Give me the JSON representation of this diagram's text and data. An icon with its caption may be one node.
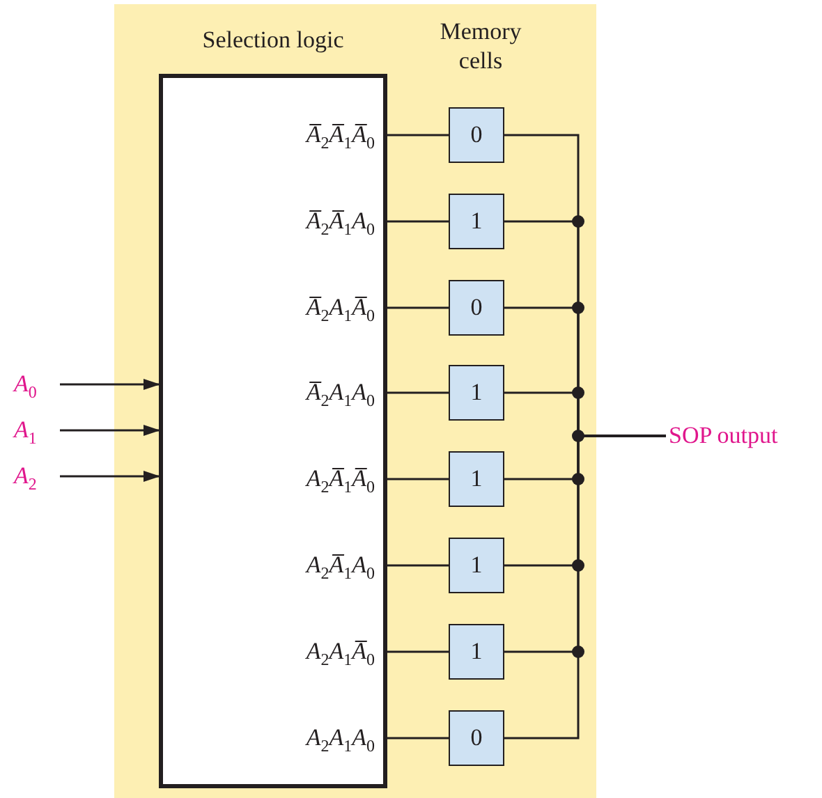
{
  "diagram": {
    "nodes": [
      {
        "text": [
          "Selection logic"
        ]
      },
      {
        "text": [
          "A̅$_{2}$A̅$_{1}$A̅$_{0}$"
        ],
        "in": 0
      },
      {
        "text": [
          "A̅$_{2}$A̅$_{1}$A$_{0}$"
        ],
        "in": 0
      },
      {
        "text": [
          "A̅$_{2}$A$_{1}$A̅$_{0}$"
        ],
        "in": 0
      },
      {
        "text": [
          "A̅$_{2}$A$_{1}$A$_{0}$"
        ],
        "in": 0
      },
      {
        "text": [
          "A$_{2}$A̅$_{1}$A̅$_{0}$"
        ],
        "in": 0
      },
      {
        "text": [
          "A$_{2}$A̅$_{1}$A$_{0}$"
        ],
        "in": 0
      },
      {
        "text": [
          "A$_{2}$A$_{1}$A̅$_{0}$"
        ],
        "in": 0
      },
      {
        "text": [
          "A$_{2}$A$_{1}$A$_{0}$"
        ],
        "in": 0
      },
      {
        "text": [
          "0"
        ]
      },
      {
        "text": [
          "1"
        ]
      },
      {
        "text": [
          "0"
        ]
      },
      {
        "text": [
          "1"
        ]
      },
      {
        "text": [
          "1"
        ]
      },
      {
        "text": [
          "1"
        ]
      },
      {
        "text": [
          "1"
        ]
      },
      {
        "text": [
          "0"
        ]
      },
      {
        "text": [
          "SOP output"
        ]
      },
      {
        "text": [
          "A$_{0}$"
        ]
      },
      {
        "text": [
          "A$_{1}$"
        ]
      },
      {
        "text": [
          "A$_{2}$"
        ]
      }
    ],
    "edges": [
      {
        "from": 1,
        "to": 9,
        "arrow": "none"
      },
      {
        "from": 2,
        "to": 10,
        "arrow": "none"
      },
      {
        "from": 3,
        "to": 11,
        "arrow": "none"
      },
      {
        "from": 4,
        "to": 12,
        "arrow": "none"
      },
      {
        "from": 5,
        "to": 13,
        "arrow": "none"
      },
      {
        "from": 6,
        "to": 14,
        "arrow": "none"
      },
      {
        "from": 7,
        "to": 15,
        "arrow": "none"
      },
      {
        "from": 8,
        "to": 16,
        "arrow": "none"
      },
      {
        "from": 9,
        "to": 17,
        "arrow": "none"
      },
      {
        "from": 10,
        "to": 17,
        "arrow": "none"
      },
      {
        "from": 11,
        "to": 17,
        "arrow": "none"
      },
      {
        "from": 12,
        "to": 17,
        "arrow": "none"
      },
      {
        "from": 13,
        "to": 17,
        "arrow": "none"
      },
      {
        "from": 14,
        "to": 17,
        "arrow": "none"
      },
      {
        "from": 15,
        "to": 17,
        "arrow": "none"
      },
      {
        "from": 16,
        "to": 17,
        "arrow": "none"
      },
      {
        "from": 18,
        "to": 0,
        "arrow": "to"
      },
      {
        "from": 19,
        "to": 0,
        "arrow": "to"
      },
      {
        "from": 20,
        "to": 0,
        "arrow": "to"
      }
    ],
    "labels": [
      "Memory cells"
    ]
  }
}
